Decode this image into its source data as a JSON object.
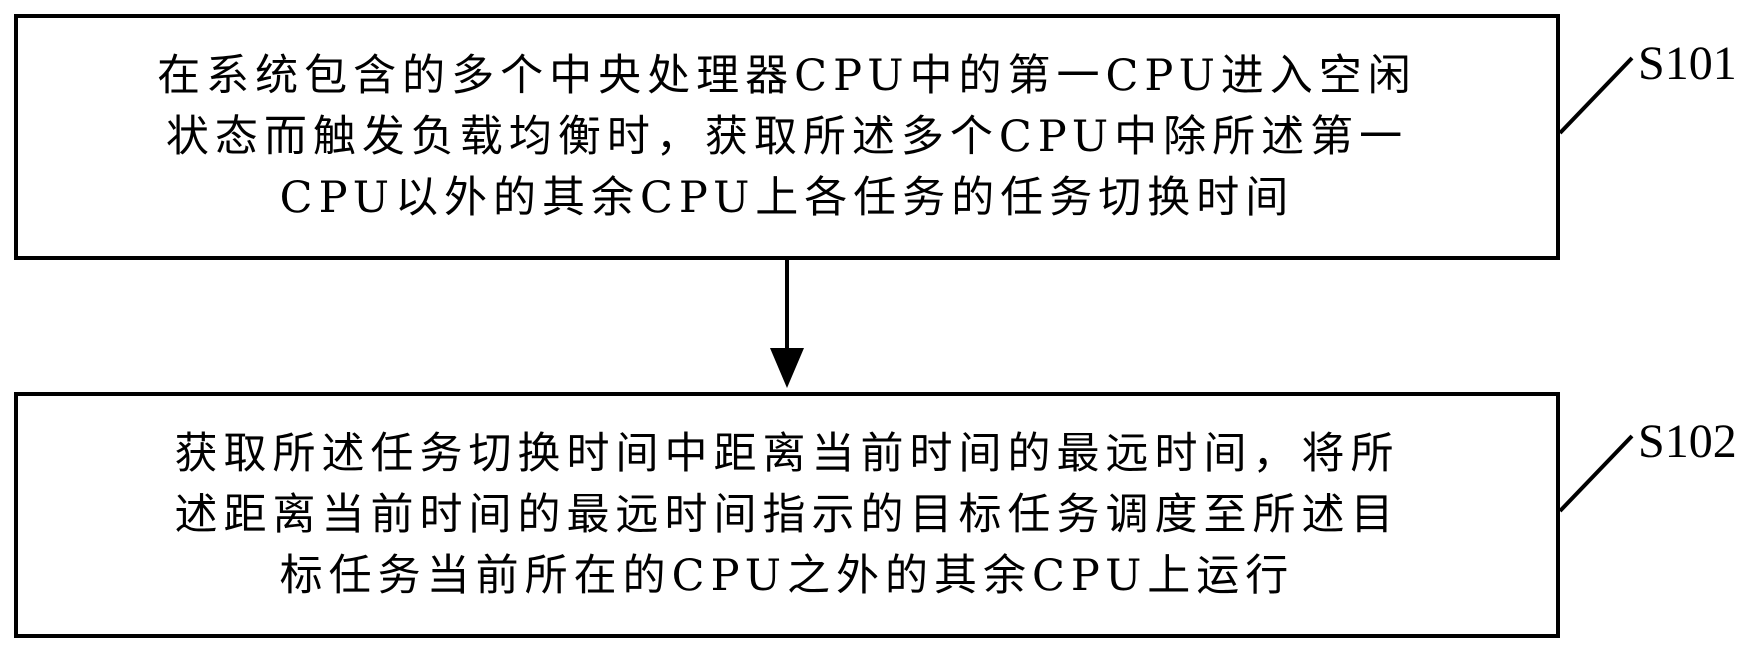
{
  "steps": [
    {
      "id": "S101",
      "label": "S101",
      "lines": [
        "在系统包含的多个中央处理器CPU中的第一CPU进入空闲",
        "状态而触发负载均衡时，获取所述多个CPU中除所述第一",
        "CPU以外的其余CPU上各任务的任务切换时间"
      ]
    },
    {
      "id": "S102",
      "label": "S102",
      "lines": [
        "获取所述任务切换时间中距离当前时间的最远时间，将所",
        "述距离当前时间的最远时间指示的目标任务调度至所述目",
        "标任务当前所在的CPU之外的其余CPU上运行"
      ]
    }
  ],
  "colors": {
    "stroke": "#000000",
    "background": "#ffffff",
    "text": "#000000"
  }
}
